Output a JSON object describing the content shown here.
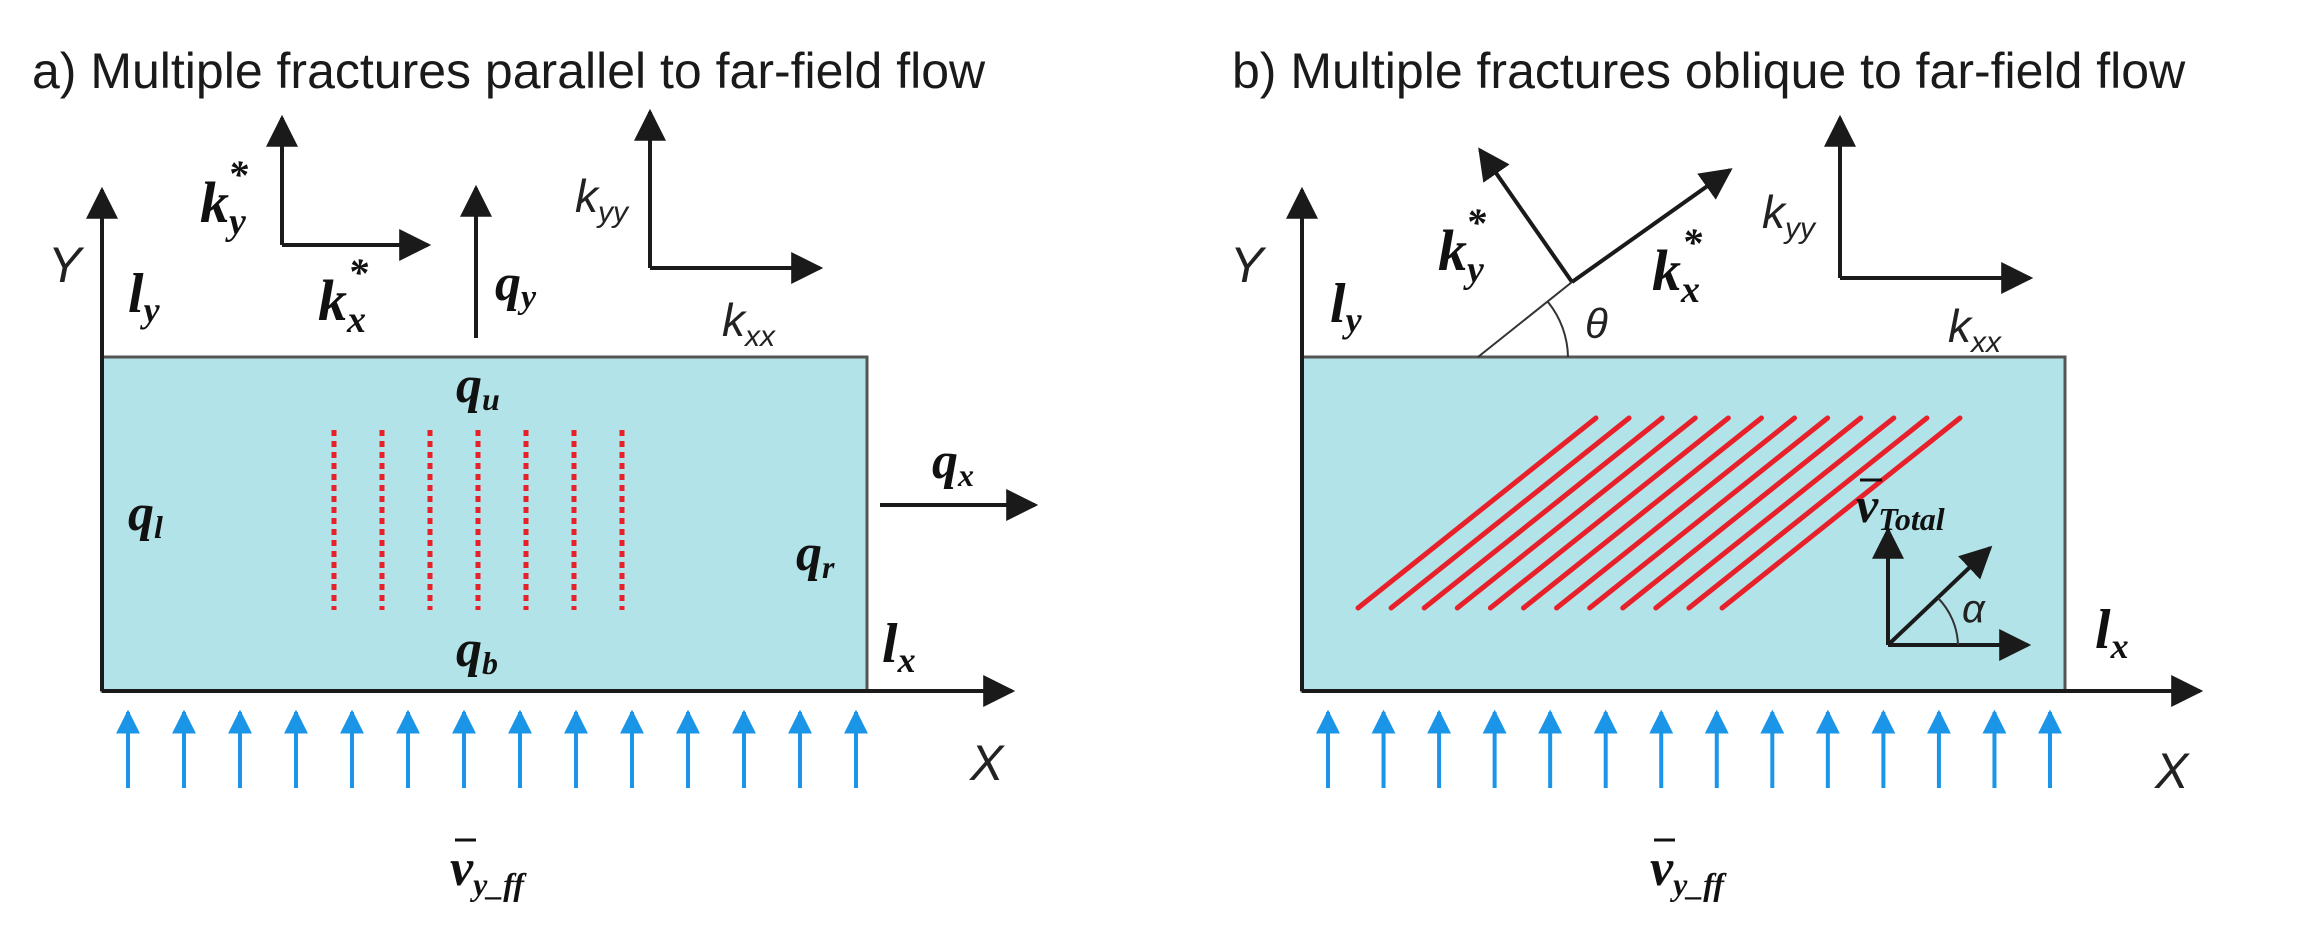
{
  "colors": {
    "domain_fill": "#b2e3e8",
    "domain_stroke": "#555555",
    "fracture": "#e8202a",
    "inflow_arrow": "#1b95e8",
    "axis": "#1a1a1a"
  },
  "panel_a": {
    "title": "a) Multiple fractures parallel to far-field flow",
    "axis_y": "Y",
    "axis_x": "X",
    "ky_star": {
      "base": "k",
      "sub": "y",
      "sup": "*"
    },
    "kx_star": {
      "base": "k",
      "sub": "x",
      "sup": "*"
    },
    "kyy": "k",
    "kyy_sub": "yy",
    "kxx": "k",
    "kxx_sub": "xx",
    "ly": {
      "base": "l",
      "sub": "y"
    },
    "lx": {
      "base": "l",
      "sub": "x"
    },
    "qy": {
      "base": "q",
      "sub": "y"
    },
    "qx": {
      "base": "q",
      "sub": "x"
    },
    "qu": {
      "base": "q",
      "sub": "u"
    },
    "ql": {
      "base": "q",
      "sub": "l"
    },
    "qr": {
      "base": "q",
      "sub": "r"
    },
    "qb": {
      "base": "q",
      "sub": "b"
    },
    "v_ff": {
      "base": "v",
      "sub": "y_ff"
    },
    "fracture_count": 7,
    "inflow_arrow_count": 14
  },
  "panel_b": {
    "title": "b) Multiple fractures oblique to far-field flow",
    "axis_y": "Y",
    "axis_x": "X",
    "ky_star": {
      "base": "k",
      "sub": "y",
      "sup": "*"
    },
    "kx_star": {
      "base": "k",
      "sub": "x",
      "sup": "*"
    },
    "theta": "θ",
    "kyy": "k",
    "kyy_sub": "yy",
    "kxx": "k",
    "kxx_sub": "xx",
    "ly": {
      "base": "l",
      "sub": "y"
    },
    "lx": {
      "base": "l",
      "sub": "x"
    },
    "v_total": {
      "base": "v",
      "sub": "Total"
    },
    "alpha": "α",
    "v_ff": {
      "base": "v",
      "sub": "y_ff"
    },
    "fracture_count": 12,
    "inflow_arrow_count": 14
  }
}
